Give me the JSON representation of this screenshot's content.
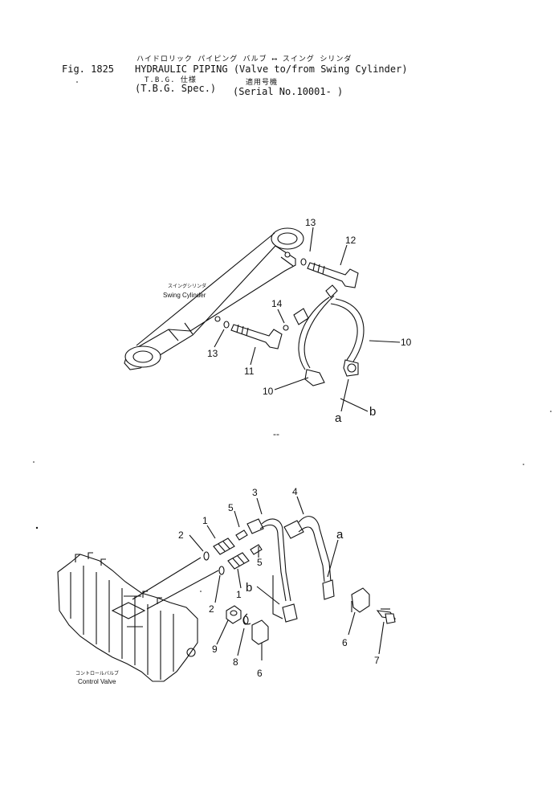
{
  "header": {
    "jp_title": "ハイドロリック パイピング バルブ ⟷ スイング シリンダ",
    "fig_no": "Fig. 1825",
    "title_line": "HYDRAULIC PIPING (Valve to/from Swing Cylinder)",
    "tbg_jp": "T.B.G. 仕様",
    "serial_jp": "適用号機",
    "tbg_spec": "(T.B.G. Spec.)",
    "serial": "(Serial No.10001- )"
  },
  "swing_cylinder": {
    "jp_label": "スイングシリンダ",
    "en_label": "Swing Cylinder"
  },
  "control_valve": {
    "jp_label": "コントロールバルブ",
    "en_label": "Control Valve"
  },
  "callouts_upper": [
    "13",
    "12",
    "14",
    "10",
    "13",
    "11",
    "10",
    "a",
    "b"
  ],
  "callouts_lower": [
    "3",
    "4",
    "1",
    "5",
    "2",
    "a",
    "5",
    "1",
    "b",
    "2",
    "9",
    "8",
    "6",
    "6",
    "7"
  ],
  "separator": "--"
}
